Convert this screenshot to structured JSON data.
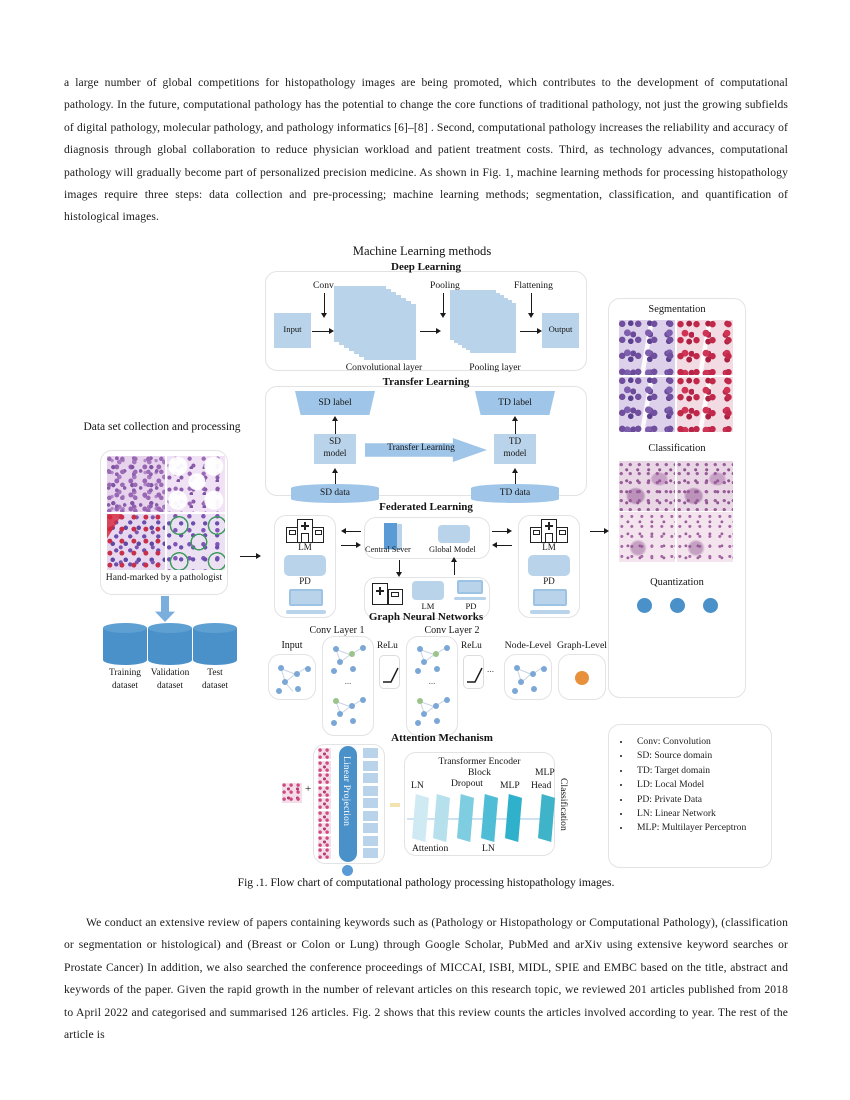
{
  "document": {
    "paragraph_top": "a large number of global competitions for histopathology images are being promoted, which contributes to the development of computational pathology. In the future, computational pathology has the potential to change the core functions of traditional pathology, not just the growing subfields of digital pathology, molecular pathology, and pathology informatics [6]–[8] . Second, computational pathology increases the reliability and accuracy of diagnosis through global collaboration to reduce physician workload and patient treatment costs. Third, as technology advances, computational pathology will gradually become part of personalized precision medicine. As shown in Fig. 1, machine learning methods for processing histopathology images require three steps: data collection and pre-processing; machine learning methods; segmentation, classification, and quantification of histological images.",
    "figure_caption": "Fig .1. Flow chart of computational pathology processing histopathology images.",
    "paragraph_bottom": "We conduct an extensive review of papers containing keywords such as (Pathology or Histopathology or Computational Pathology), (classification or segmentation or histological) and (Breast or Colon or Lung) through Google Scholar, PubMed and arXiv using extensive keyword searches or Prostate Cancer) In addition, we also searched the conference proceedings of MICCAI, ISBI, MIDL, SPIE and EMBC based on the title, abstract and keywords of the paper. Given the rapid growth in the number of relevant articles on this research topic, we reviewed 201 articles published from 2018 to April 2022 and categorised and summarised 126 articles. Fig. 2 shows that this review counts the articles involved according to year. The rest of the article is"
  },
  "figure": {
    "title": "Machine Learning methods",
    "left_column": {
      "heading": "Data set collection and processing",
      "tiles_caption": "Hand-marked by a pathologist",
      "datasets": [
        {
          "line1": "Training",
          "line2": "dataset"
        },
        {
          "line1": "Validation",
          "line2": "dataset"
        },
        {
          "line1": "Test",
          "line2": "dataset"
        }
      ]
    },
    "deep_learning": {
      "title": "Deep Learning",
      "input": "Input",
      "conv": "Conv",
      "pooling": "Pooling",
      "flattening": "Flattening",
      "output": "Output",
      "conv_layer": "Convolutional layer",
      "pooling_layer": "Pooling layer"
    },
    "transfer_learning": {
      "title": "Transfer Learning",
      "sd_label": "SD label",
      "td_label": "TD label",
      "sd_model_l1": "SD",
      "sd_model_l2": "model",
      "td_model_l1": "TD",
      "td_model_l2": "model",
      "sd_data": "SD data",
      "td_data": "TD data",
      "arrow_label": "Transfer Learning"
    },
    "federated_learning": {
      "title": "Federated Learning",
      "lm": "LM",
      "pd": "PD",
      "central_server": "Central Sever",
      "global_model": "Global Model"
    },
    "graph_neural_networks": {
      "title": "Graph Neural Networks",
      "conv_layer_1": "Conv Layer 1",
      "conv_layer_2": "Conv  Layer 2",
      "input": "Input",
      "relu_1": "ReLu",
      "relu_2": "ReLu",
      "ellipsis": "...",
      "node_level": "Node-Level",
      "graph_level": "Graph-Level"
    },
    "attention": {
      "title": "Attention Mechanism",
      "linear_projection": "Linear Projection",
      "encoder_title_l1": "Transformer Encoder",
      "encoder_title_l2": "Block",
      "ln_1": "LN",
      "attention": "Attention",
      "dropout": "Dropout",
      "ln_2": "LN",
      "mlp": "MLP",
      "mlp_head_l1": "MLP",
      "mlp_head_l2": "Head",
      "classification": "Classification"
    },
    "right_column": {
      "segmentation": "Segmentation",
      "classification": "Classification",
      "quantization": "Quantization"
    },
    "legend": [
      "Conv: Convolution",
      "SD: Source domain",
      "TD: Target domain",
      "LD: Local Model",
      "PD: Private Data",
      "LN: Linear Network",
      "MLP: Multilayer Perceptron"
    ]
  },
  "colors": {
    "light_blue": "#b9d4ea",
    "mid_blue": "#9fc5e8",
    "deep_blue": "#4a90c9",
    "teal": "#3fb3c8",
    "node_blue": "#7ba7d7",
    "node_green": "#9bc48a",
    "orange": "#e8913c"
  }
}
